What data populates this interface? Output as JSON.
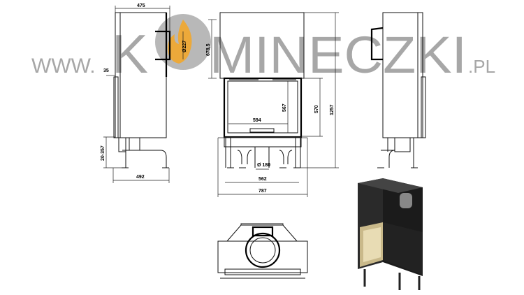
{
  "watermark": {
    "prefix": "WWW.",
    "letter_k": "K",
    "name": "MINECZKI",
    "suffix": ".PL",
    "logo": "KOMINECZKI"
  },
  "dimensions": {
    "side_depth": "475",
    "flue_diameter": "Ø227",
    "flue_height": "678,5",
    "side_offset": "35",
    "leg_height": "20-357",
    "base_depth": "492",
    "glass_height": "567",
    "door_height": "570",
    "total_height": "1257",
    "glass_width": "594",
    "air_inlet": "Ø 180",
    "leg_span": "562",
    "total_width": "787"
  },
  "colors": {
    "line": "#000000",
    "watermark": "#8a8a8a",
    "flame": "#f5a623",
    "render_body": "#2a2a2a"
  }
}
